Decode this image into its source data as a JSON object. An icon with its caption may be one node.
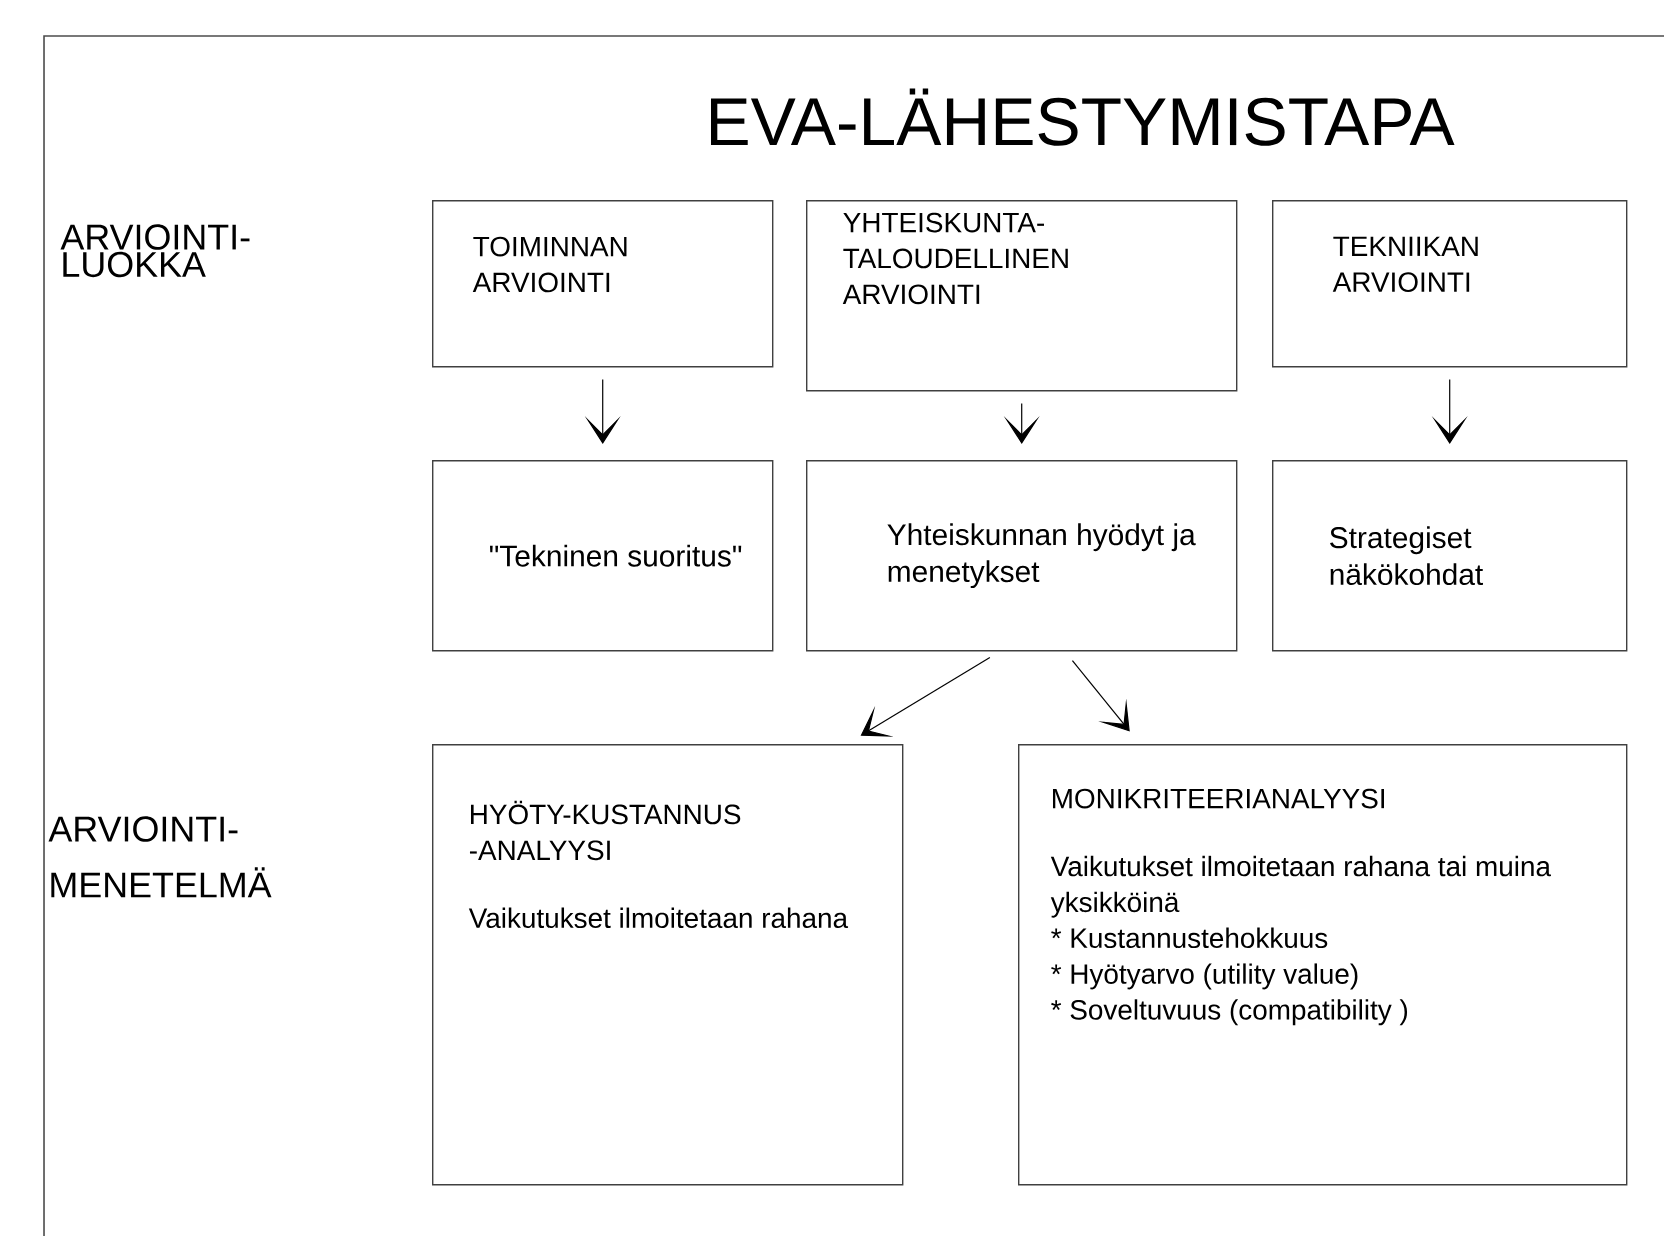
{
  "diagram": {
    "title": "EVA-LÄHESTYMISTAPA",
    "nodes": [
      {
        "text": [
          "TOIMINNAN ARVIOINTI"
        ]
      },
      {
        "text": [
          "YHTEISKUNTA- TALOUDELLINEN ARVIOINTI"
        ]
      },
      {
        "text": [
          "TEKNIIKAN ARVIOINTI"
        ]
      },
      {
        "text": [
          "\"Tekninen suoritus\""
        ]
      },
      {
        "text": [
          "Yhteiskunnan hyödyt ja menetykset"
        ]
      },
      {
        "text": [
          "Strategiset näkökohdat"
        ]
      },
      {
        "text": [
          "HYÖTY-KUSTANNUS -ANALYYSI",
          "Vaikutukset ilmoitetaan rahana"
        ]
      },
      {
        "text": [
          "MONIKRITEERIANALYYSI",
          "Vaikutukset ilmoitetaan rahana tai muina yksikköinä",
          "* Kustannustehokkuus",
          "* Hyötyarvo (utility value)",
          "* Soveltuvuus (compatibility )"
        ]
      }
    ],
    "edges": [
      {
        "from": 0,
        "to": 3,
        "arrow": "to"
      },
      {
        "from": 1,
        "to": 4,
        "arrow": "to"
      },
      {
        "from": 2,
        "to": 5,
        "arrow": "to"
      },
      {
        "from": 4,
        "to": 6,
        "arrow": "to"
      },
      {
        "from": 4,
        "to": 7,
        "arrow": "to"
      }
    ],
    "labels": [
      "ARVIOINTI- LUOKKA",
      "ARVIOINTI- MENETELMÄ"
    ]
  }
}
